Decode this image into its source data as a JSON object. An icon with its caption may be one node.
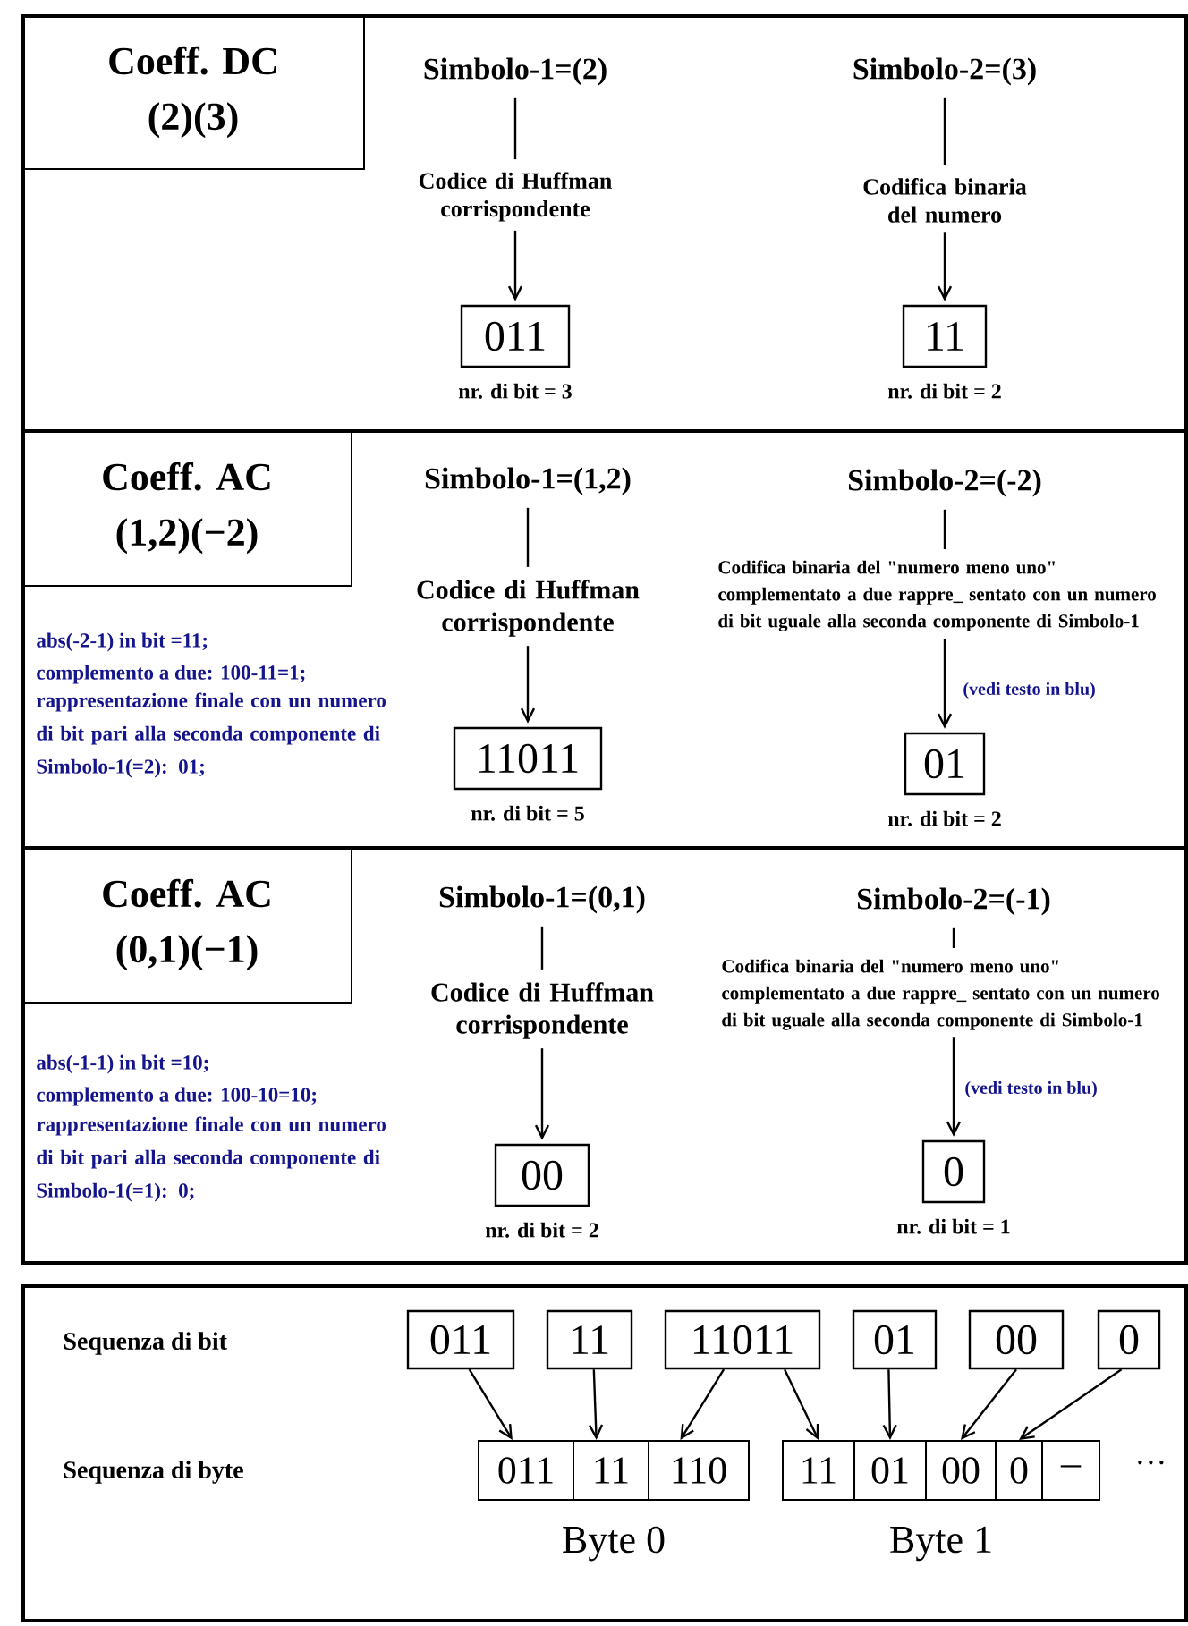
{
  "diagram": {
    "nodes": [
      {
        "text": [],
        "shape": "box"
      },
      {
        "text": [
          "Coeff. DC",
          "(2)(3)"
        ],
        "in": 0
      },
      {
        "text": [
          "Simbolo-1=(2)"
        ],
        "in": 0
      },
      {
        "text": [
          "Codice di Huffman corrispondente"
        ],
        "in": 0
      },
      {
        "text": [
          "011"
        ],
        "in": 0,
        "beside": [
          "nr. di bit = 3"
        ]
      },
      {
        "text": [
          "Simbolo-2=(3)"
        ],
        "in": 0
      },
      {
        "text": [
          "Codifica binaria del numero"
        ],
        "in": 0
      },
      {
        "text": [
          "11"
        ],
        "in": 0,
        "beside": [
          "nr. di bit = 2"
        ]
      },
      {
        "text": [],
        "shape": "box"
      },
      {
        "text": [
          "Coeff. AC",
          "(1,2)(−2)"
        ],
        "in": 8
      },
      {
        "text": [
          "Simbolo-1=(1,2)"
        ],
        "in": 8
      },
      {
        "text": [
          "Codice di Huffman corrispondente"
        ],
        "in": 8
      },
      {
        "text": [
          "11011"
        ],
        "in": 8,
        "beside": [
          "nr. di bit = 5"
        ]
      },
      {
        "text": [
          "Simbolo-2=(-2)"
        ],
        "in": 8
      },
      {
        "text": [
          "Codifica binaria del \"numero meno uno\" complementato a due rappre_ sentato con un numero di bit uguale alla seconda componente di Simbolo-1"
        ],
        "in": 8
      },
      {
        "text": [
          "01"
        ],
        "in": 8,
        "beside": [
          "nr. di bit = 2"
        ]
      },
      {
        "text": [],
        "shape": "box"
      },
      {
        "text": [
          "Coeff. AC",
          "(0,1)(−1)"
        ],
        "in": 16
      },
      {
        "text": [
          "Simbolo-1=(0,1)"
        ],
        "in": 16
      },
      {
        "text": [
          "Codice di Huffman corrispondente"
        ],
        "in": 16
      },
      {
        "text": [
          "00"
        ],
        "in": 16,
        "beside": [
          "nr. di bit = 2"
        ]
      },
      {
        "text": [
          "Simbolo-2=(-1)"
        ],
        "in": 16
      },
      {
        "text": [
          "Codifica binaria del \"numero meno uno\" complementato a due rappre_ sentato con un numero di bit uguale alla seconda componente di Simbolo-1"
        ],
        "in": 16
      },
      {
        "text": [
          "0"
        ],
        "in": 16,
        "beside": [
          "nr. di bit = 1"
        ]
      },
      {
        "text": [],
        "shape": "box"
      },
      {
        "text": [
          "011"
        ],
        "in": 24
      },
      {
        "text": [
          "11"
        ],
        "in": 24
      },
      {
        "text": [
          "11011"
        ],
        "in": 24
      },
      {
        "text": [
          "01"
        ],
        "in": 24
      },
      {
        "text": [
          "00"
        ],
        "in": 24
      },
      {
        "text": [
          "0"
        ],
        "in": 24
      },
      {
        "text": [],
        "shape": "box",
        "in": 24,
        "beside": [
          "Byte 0"
        ]
      },
      {
        "text": [
          "011"
        ],
        "in": 31
      },
      {
        "text": [
          "11"
        ],
        "in": 31
      },
      {
        "text": [
          "110"
        ],
        "in": 31
      },
      {
        "text": [],
        "shape": "box",
        "in": 24,
        "beside": [
          "Byte 1"
        ]
      },
      {
        "text": [
          "11"
        ],
        "in": 35
      },
      {
        "text": [
          "01"
        ],
        "in": 35
      },
      {
        "text": [
          "00"
        ],
        "in": 35
      },
      {
        "text": [
          "0"
        ],
        "in": 35
      },
      {
        "text": [
          "–"
        ],
        "in": 35
      }
    ],
    "edges": [
      {
        "from": 2,
        "to": 3,
        "arrow": "none"
      },
      {
        "from": 3,
        "to": 4,
        "arrow": "to"
      },
      {
        "from": 5,
        "to": 6,
        "arrow": "none"
      },
      {
        "from": 6,
        "to": 7,
        "arrow": "to"
      },
      {
        "from": 10,
        "to": 11,
        "arrow": "none"
      },
      {
        "from": 11,
        "to": 12,
        "arrow": "to"
      },
      {
        "from": 13,
        "to": 14,
        "arrow": "none"
      },
      {
        "from": 14,
        "to": 15,
        "arrow": "to"
      },
      {
        "from": 18,
        "to": 19,
        "arrow": "none"
      },
      {
        "from": 19,
        "to": 20,
        "arrow": "to"
      },
      {
        "from": 21,
        "to": 22,
        "arrow": "none"
      },
      {
        "from": 22,
        "to": 23,
        "arrow": "to"
      },
      {
        "from": 25,
        "to": 32,
        "arrow": "to"
      },
      {
        "from": 26,
        "to": 33,
        "arrow": "to"
      },
      {
        "from": 27,
        "to": 34,
        "arrow": "to"
      },
      {
        "from": 27,
        "to": 36,
        "arrow": "to"
      },
      {
        "from": 28,
        "to": 37,
        "arrow": "to"
      },
      {
        "from": 29,
        "to": 38,
        "arrow": "to"
      },
      {
        "from": 30,
        "to": 39,
        "arrow": "to"
      }
    ],
    "labels": [
      "abs(-2-1) in bit =11;",
      "complemento a due: 100-11=1;",
      "rappresentazione finale con un numero di bit pari alla seconda componente di Simbolo-1(=2): 01;",
      "(vedi testo in blu)",
      "abs(-1-1) in bit =10;",
      "complemento a due: 100-10=10;",
      "rappresentazione finale con un numero di bit pari alla seconda componente di Simbolo-1(=1): 0;",
      "(vedi testo in blu)",
      "Sequenza di bit",
      "Sequenza di byte",
      "···"
    ]
  }
}
